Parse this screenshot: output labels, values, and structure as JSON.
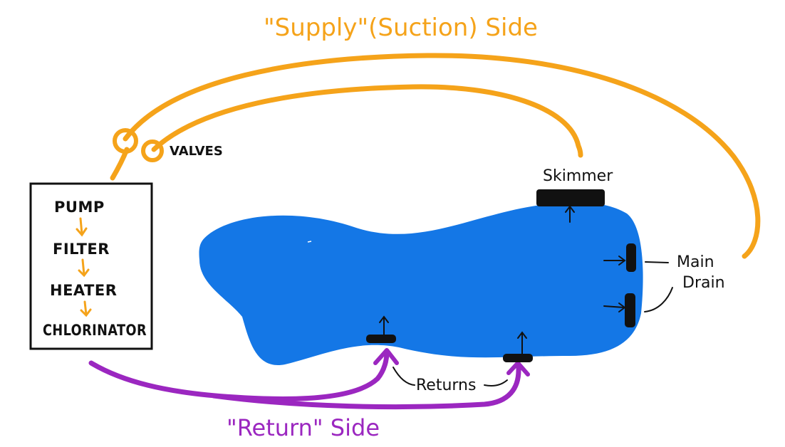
{
  "labels": {
    "supply_side": "\"Supply\"(Suction) Side",
    "return_side": "\"Return\" Side",
    "valves": "VALVES",
    "skimmer": "Skimmer",
    "main_drain_line1": "Main",
    "main_drain_line2": "Drain",
    "returns": "Returns"
  },
  "equipment": {
    "items": [
      "PUMP",
      "FILTER",
      "HEATER",
      "CHLORINATOR"
    ]
  },
  "colors": {
    "supply": "#f5a31a",
    "return": "#9b27c0",
    "pool": "#1477e6",
    "ink": "#111111",
    "background": "#ffffff"
  }
}
